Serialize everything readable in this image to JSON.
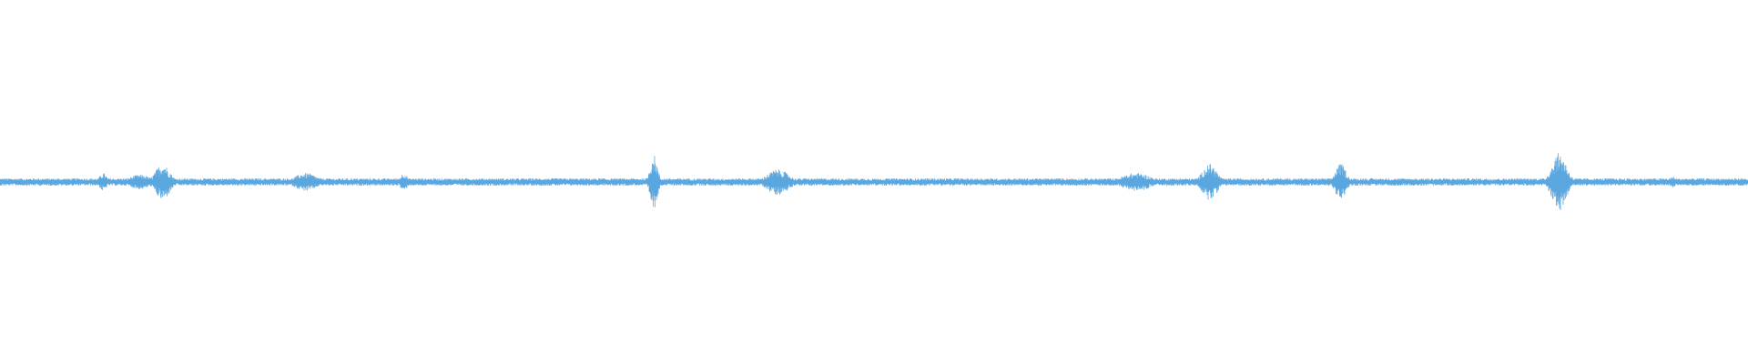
{
  "waveform": {
    "color": "#5aa7e0",
    "background": "#ffffff",
    "baseline_amplitude": 0.02,
    "bursts": [
      {
        "time": 0.059,
        "amplitude": 0.05,
        "spread": 0.002
      },
      {
        "time": 0.08,
        "amplitude": 0.04,
        "spread": 0.006
      },
      {
        "time": 0.093,
        "amplitude": 0.1,
        "spread": 0.004
      },
      {
        "time": 0.175,
        "amplitude": 0.05,
        "spread": 0.006
      },
      {
        "time": 0.231,
        "amplitude": 0.05,
        "spread": 0.002
      },
      {
        "time": 0.374,
        "amplitude": 0.15,
        "spread": 0.002
      },
      {
        "time": 0.445,
        "amplitude": 0.07,
        "spread": 0.006
      },
      {
        "time": 0.65,
        "amplitude": 0.05,
        "spread": 0.008
      },
      {
        "time": 0.692,
        "amplitude": 0.1,
        "spread": 0.004
      },
      {
        "time": 0.767,
        "amplitude": 0.1,
        "spread": 0.003
      },
      {
        "time": 0.892,
        "amplitude": 0.16,
        "spread": 0.004
      },
      {
        "time": 0.957,
        "amplitude": 0.03,
        "spread": 0.002
      }
    ]
  }
}
